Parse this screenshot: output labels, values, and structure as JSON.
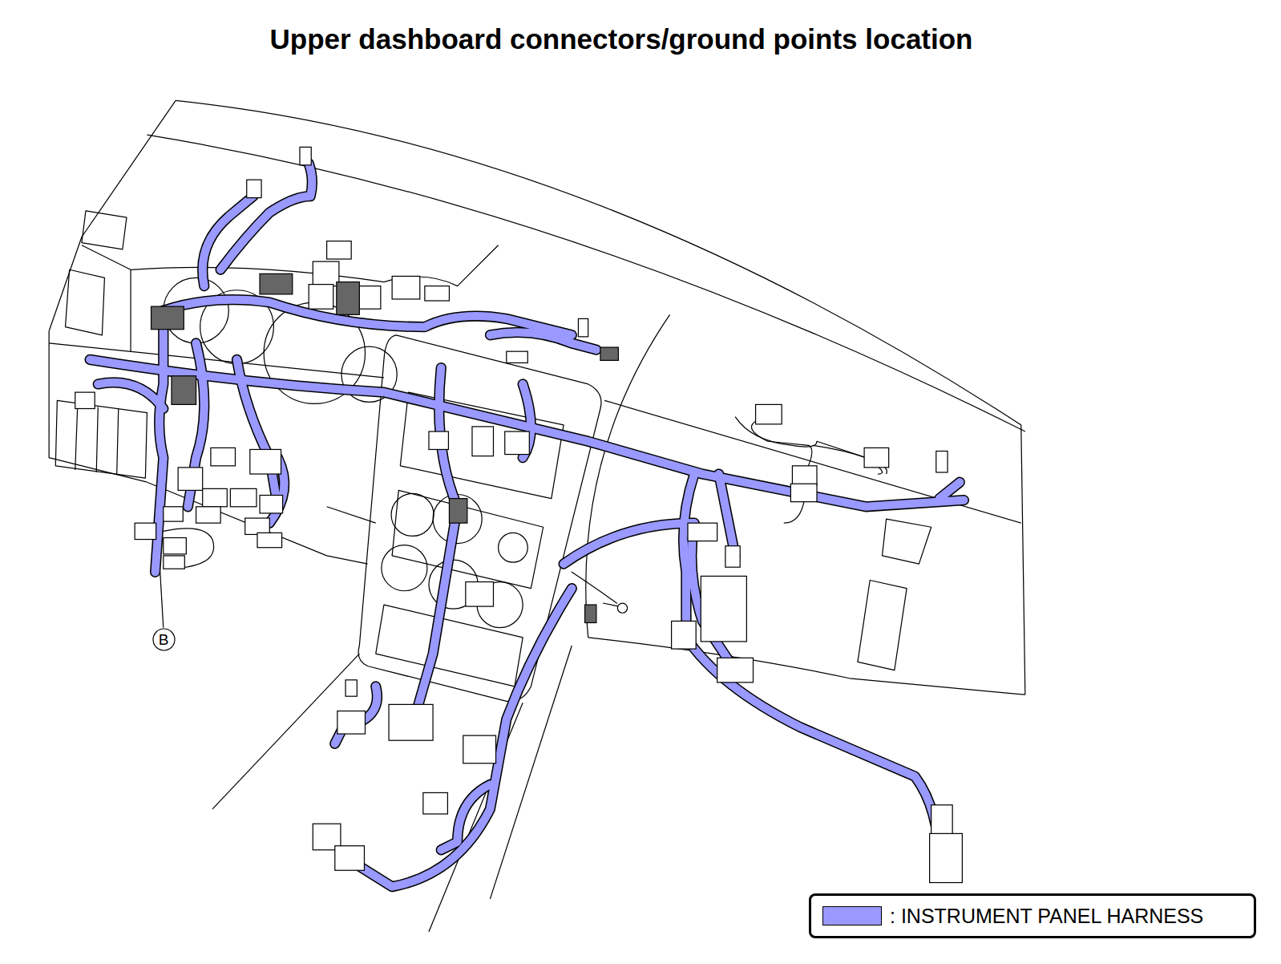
{
  "diagram": {
    "title": "Upper dashboard connectors/ground points location",
    "nodes": [
      {
        "text": [
          "B"
        ]
      }
    ],
    "labels": [],
    "legend": [
      {
        "text": ": INSTRUMENT PANEL HARNESS",
        "color": "#9999ff"
      }
    ]
  }
}
